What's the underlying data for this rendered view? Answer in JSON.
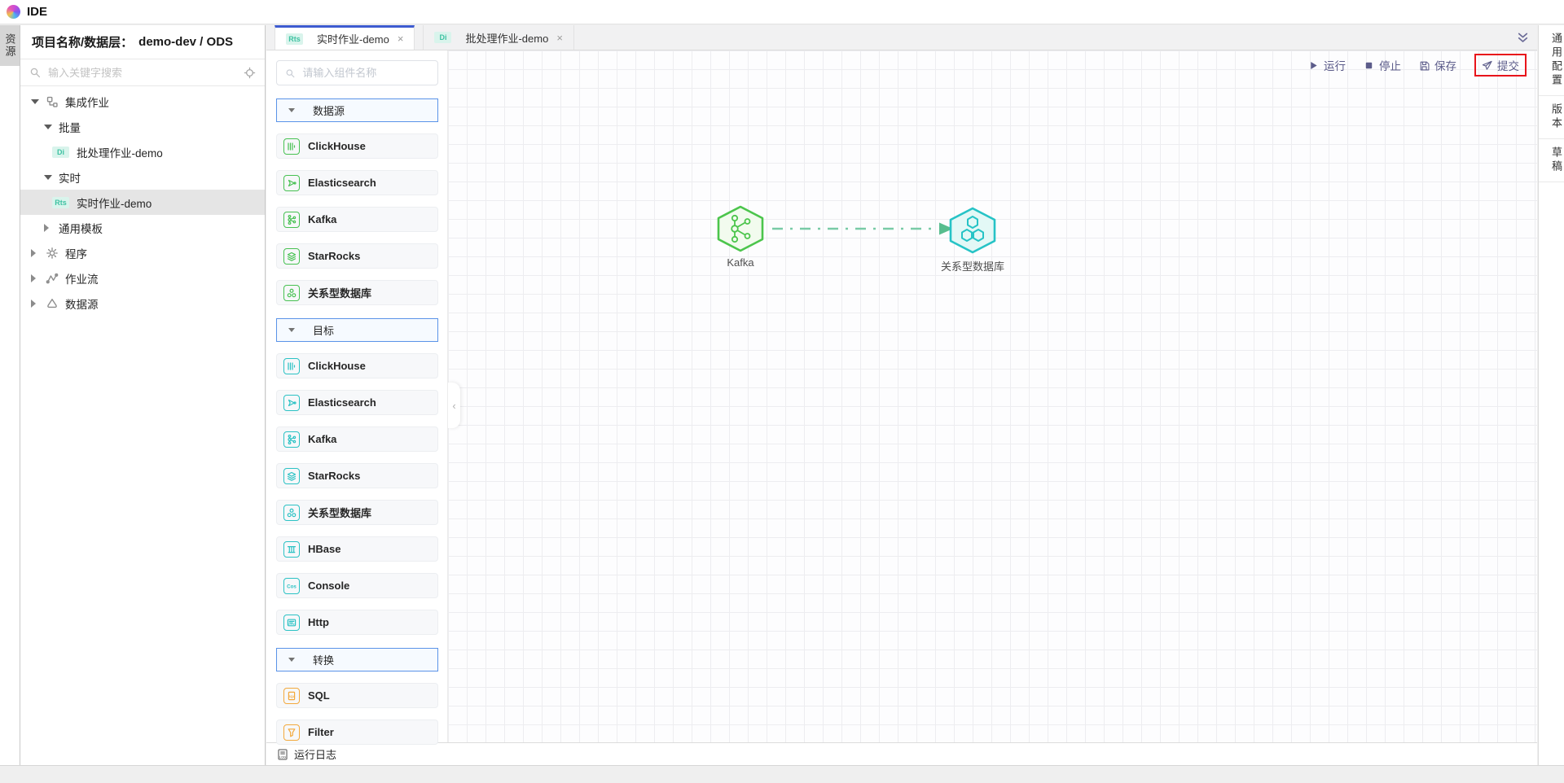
{
  "app": {
    "title": "IDE"
  },
  "left_rail": {
    "resource_tab": "资源"
  },
  "explorer": {
    "title_label": "项目名称/数据层：",
    "title_value": "demo-dev / ODS",
    "search_placeholder": "输入关键字搜索",
    "tree": [
      {
        "label": "集成作业"
      },
      {
        "label": "批量"
      },
      {
        "label": "批处理作业-demo",
        "badge": "Di"
      },
      {
        "label": "实时"
      },
      {
        "label": "实时作业-demo",
        "badge": "Rts",
        "selected": true
      },
      {
        "label": "通用模板"
      },
      {
        "label": "程序"
      },
      {
        "label": "作业流"
      },
      {
        "label": "数据源"
      }
    ]
  },
  "tabs": [
    {
      "badge": "Rts",
      "label": "实时作业-demo",
      "close": "×",
      "active": true
    },
    {
      "badge": "Di",
      "label": "批处理作业-demo",
      "close": "×",
      "active": false
    }
  ],
  "components": {
    "search_placeholder": "请输入组件名称",
    "sections": [
      {
        "title": "数据源",
        "accent_color": "#47c152",
        "items": [
          "ClickHouse",
          "Elasticsearch",
          "Kafka",
          "StarRocks",
          "关系型数据库"
        ]
      },
      {
        "title": "目标",
        "accent_color": "#2bc2c4",
        "items": [
          "ClickHouse",
          "Elasticsearch",
          "Kafka",
          "StarRocks",
          "关系型数据库",
          "HBase",
          "Console",
          "Http"
        ]
      },
      {
        "title": "转换",
        "accent_color": "#f3a93c",
        "items": [
          "SQL",
          "Filter"
        ]
      }
    ]
  },
  "toolbar": {
    "run": "运行",
    "stop": "停止",
    "save": "保存",
    "submit": "提交",
    "submit_highlight_color": "#e8131a"
  },
  "canvas": {
    "nodes": [
      {
        "label": "Kafka",
        "color": "#4cc54c"
      },
      {
        "label": "关系型数据库",
        "color": "#26c3c6"
      }
    ],
    "edge": {
      "from": "Kafka",
      "to": "关系型数据库",
      "style": "dashed-arrow",
      "color": "#79cba6"
    }
  },
  "right_rail": {
    "tabs": [
      "通用配置",
      "版本",
      "草稿"
    ]
  },
  "log_bar": {
    "label": "运行日志"
  },
  "icons": {
    "close": "×",
    "collapse": "‹"
  }
}
